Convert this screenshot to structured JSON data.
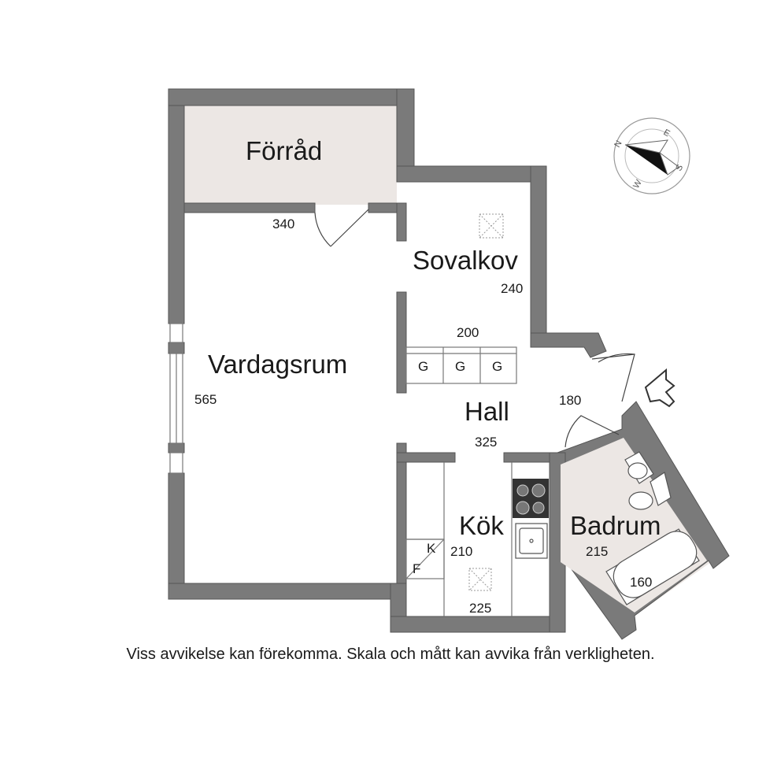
{
  "rooms": {
    "storage": {
      "name": "Förråd"
    },
    "sleeping_alcove": {
      "name": "Sovalkov",
      "dim_1": "240",
      "dim_2": "200"
    },
    "living_room": {
      "name": "Vardagsrum",
      "dim_1": "340",
      "dim_2": "565"
    },
    "hall": {
      "name": "Hall",
      "dim_1": "325",
      "dim_2": "180"
    },
    "kitchen": {
      "name": "Kök",
      "dim_1": "210",
      "dim_2": "225"
    },
    "bathroom": {
      "name": "Badrum",
      "dim_1": "215",
      "dim_2": "160"
    }
  },
  "wardrobe_labels": [
    "G",
    "G",
    "G"
  ],
  "fridge_labels": {
    "k": "K",
    "f": "F"
  },
  "compass": {
    "n": "N",
    "e": "E",
    "s": "S",
    "w": "W"
  },
  "colors": {
    "wall": "#7a7a7a",
    "wall_outline": "#555555",
    "storage_fill": "#ece7e4",
    "bath_fill": "#ece7e4"
  },
  "disclaimer": "Viss avvikelse kan förekomma. Skala och mått kan avvika från verkligheten."
}
